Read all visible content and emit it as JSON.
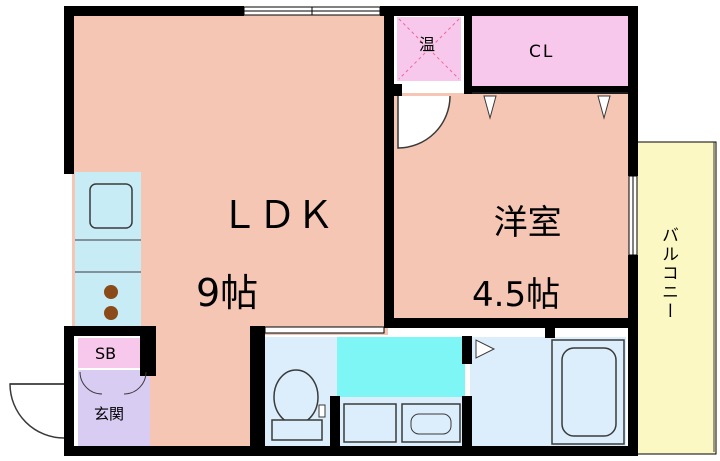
{
  "floorplan": {
    "rooms": {
      "ldk": {
        "name": "ＬＤＫ",
        "size": "9帖",
        "color": "#f5c6b4"
      },
      "western_room": {
        "name": "洋室",
        "size": "4.5帖",
        "color": "#f5c6b4"
      },
      "closet": {
        "label": "CL",
        "color": "#f8c8ec"
      },
      "water_heater": {
        "label": "温",
        "color": "#f8c8ec"
      },
      "shoe_box": {
        "label": "SB",
        "color": "#f8c8ec"
      },
      "entrance": {
        "label": "玄関",
        "color": "#d8ccf2"
      },
      "balcony": {
        "label": "バルコニー",
        "color": "#fcf8c4"
      },
      "toilet": {
        "color": "#dceefc"
      },
      "washroom": {
        "color": "#7ef6f6"
      },
      "bath": {
        "color": "#dceefc"
      },
      "kitchen": {
        "color": "#c8ecf6"
      }
    },
    "colors": {
      "wall": "#000000",
      "fixture_stroke": "#3a3a3a",
      "burner": "#8b4a1a",
      "room_pink": "#f5c6b4"
    }
  }
}
